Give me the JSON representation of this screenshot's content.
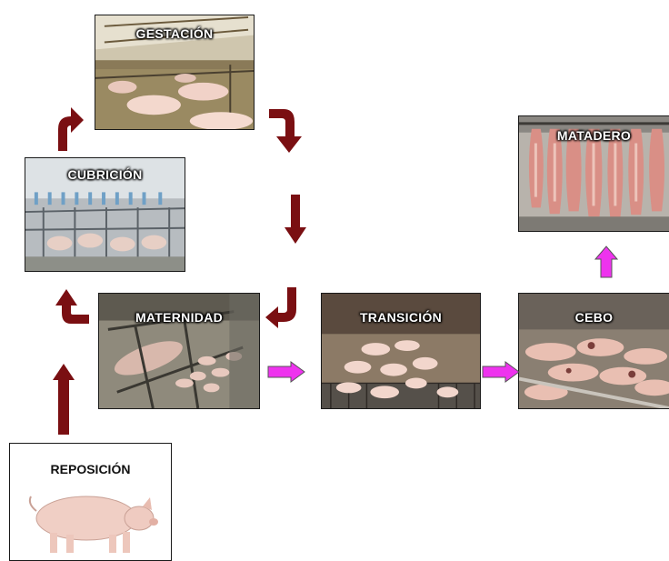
{
  "stages": {
    "gestacion": "GESTACIÓN",
    "cubricion": "CUBRICIÓN",
    "maternidad": "MATERNIDAD",
    "transicion": "TRANSICIÓN",
    "cebo": "CEBO",
    "matadero": "MATADERO",
    "reposicion": "REPOSICIÓN"
  },
  "colors": {
    "cycle_arrow": "#7a0f12",
    "flow_arrow": "#ee33ee"
  },
  "icons": {
    "cycle_arrow": "curved-arrow-icon",
    "flow_arrow": "right-arrow-icon",
    "pig": "pig-icon"
  }
}
